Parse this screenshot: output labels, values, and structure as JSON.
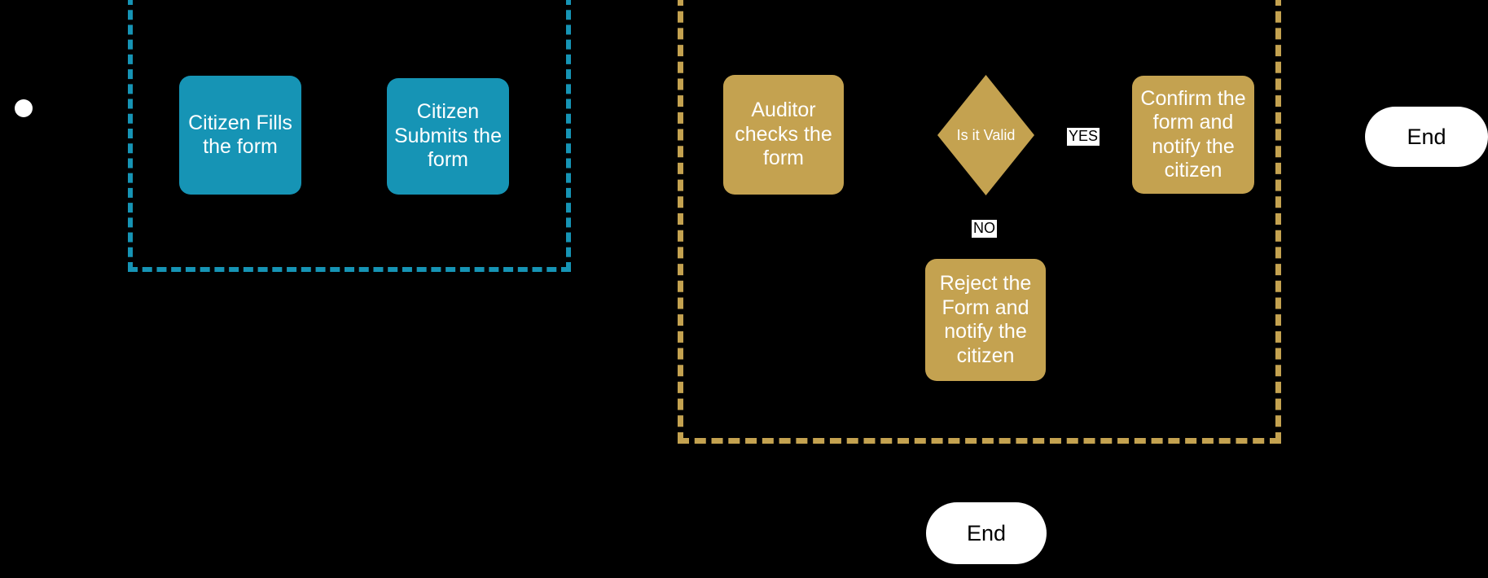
{
  "diagram": {
    "type": "flowchart",
    "background_color": "#000000",
    "groups": [
      {
        "id": "citizen-lane",
        "name": "citizen-group",
        "label": "",
        "border_color": "#1694B5",
        "border_style": "dashed"
      },
      {
        "id": "auditor-lane",
        "name": "auditor-group",
        "label": "",
        "border_color": "#C4A250",
        "border_style": "dashed"
      }
    ],
    "nodes": {
      "start": {
        "label": "",
        "shape": "circle",
        "color": "#ffffff"
      },
      "citizen_fills": {
        "label": "Citizen Fills\nthe form",
        "shape": "rounded-rect",
        "color": "#1694B5"
      },
      "citizen_submits": {
        "label": "Citizen\nSubmits the\nform",
        "shape": "rounded-rect",
        "color": "#1694B5"
      },
      "auditor_checks": {
        "label": "Auditor\nchecks the\nform",
        "shape": "rounded-rect",
        "color": "#C4A250"
      },
      "is_valid": {
        "label": "Is it Valid",
        "shape": "diamond",
        "color": "#C4A250"
      },
      "confirm_form": {
        "label": "Confirm the\nform and\nnotify the\ncitizen",
        "shape": "rounded-rect",
        "color": "#C4A250"
      },
      "reject_form": {
        "label": "Reject the\nForm and\nnotify the\ncitizen",
        "shape": "rounded-rect",
        "color": "#C4A250"
      },
      "end_right": {
        "label": "End",
        "shape": "stadium",
        "color": "#ffffff"
      },
      "end_bottom": {
        "label": "End",
        "shape": "stadium",
        "color": "#ffffff"
      }
    },
    "edge_labels": {
      "yes": "YES",
      "no": "NO"
    }
  }
}
